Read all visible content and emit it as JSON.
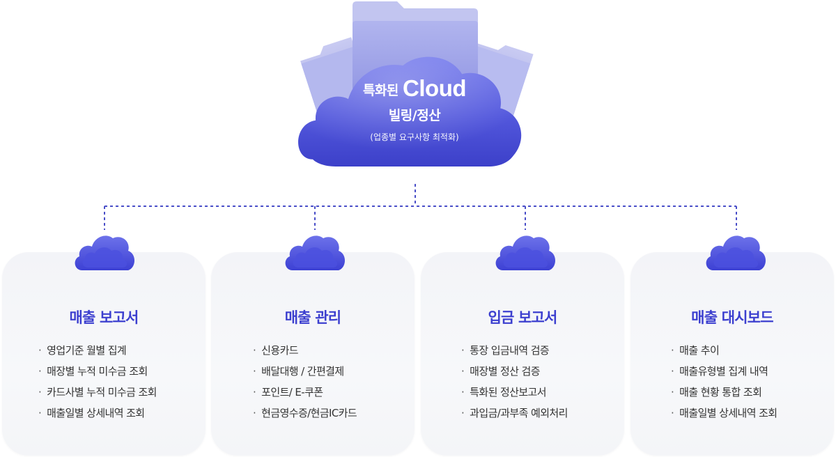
{
  "hero": {
    "prefix": "특화된",
    "cloud_word": "Cloud",
    "line2": "빌링/정산",
    "line3": "(업종별 요구사항 최적화)"
  },
  "colors": {
    "accent": "#3c3fcf",
    "cloud_top": "#6f75ea",
    "cloud_bottom": "#3f44cf",
    "connector": "#4a4fc8"
  },
  "cards": [
    {
      "title": "매출 보고서",
      "items": [
        "영업기준 월별 집계",
        "매장별 누적 미수금 조회",
        "카드사별 누적 미수금 조회",
        "매출일별 상세내역 조회"
      ]
    },
    {
      "title": "매출 관리",
      "items": [
        "신용카드",
        "배달대행 / 간편결제",
        "포인트/ E-쿠폰",
        "현금영수증/현금IC카드"
      ]
    },
    {
      "title": "입금 보고서",
      "items": [
        "통장 입금내역 검증",
        "매장별 정산 검증",
        "특화된 정산보고서",
        "과입금/과부족 예외처리"
      ]
    },
    {
      "title": "매출 대시보드",
      "items": [
        "매출 추이",
        "매출유형별 집계 내역",
        "매출 현황 통합 조회",
        "매출일별 상세내역 조회"
      ]
    }
  ]
}
